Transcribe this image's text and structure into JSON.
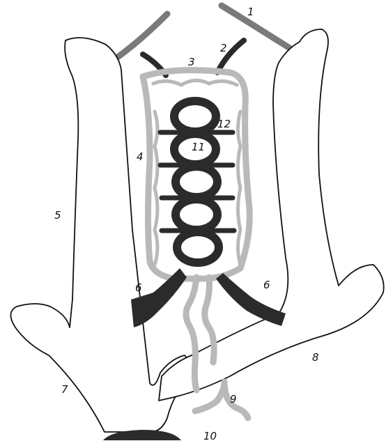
{
  "colors": {
    "dark_vessel": "#2b2b2b",
    "light_vessel": "#b9b9b9",
    "outline": "#111111",
    "background": "#ffffff"
  },
  "labels": {
    "l1": "1",
    "l2": "2",
    "l3": "3",
    "l4": "4",
    "l5": "5",
    "l6_left": "6",
    "l6_right": "6",
    "l7": "7",
    "l8": "8",
    "l9": "9",
    "l10": "10",
    "l11": "11",
    "l12": "12"
  }
}
